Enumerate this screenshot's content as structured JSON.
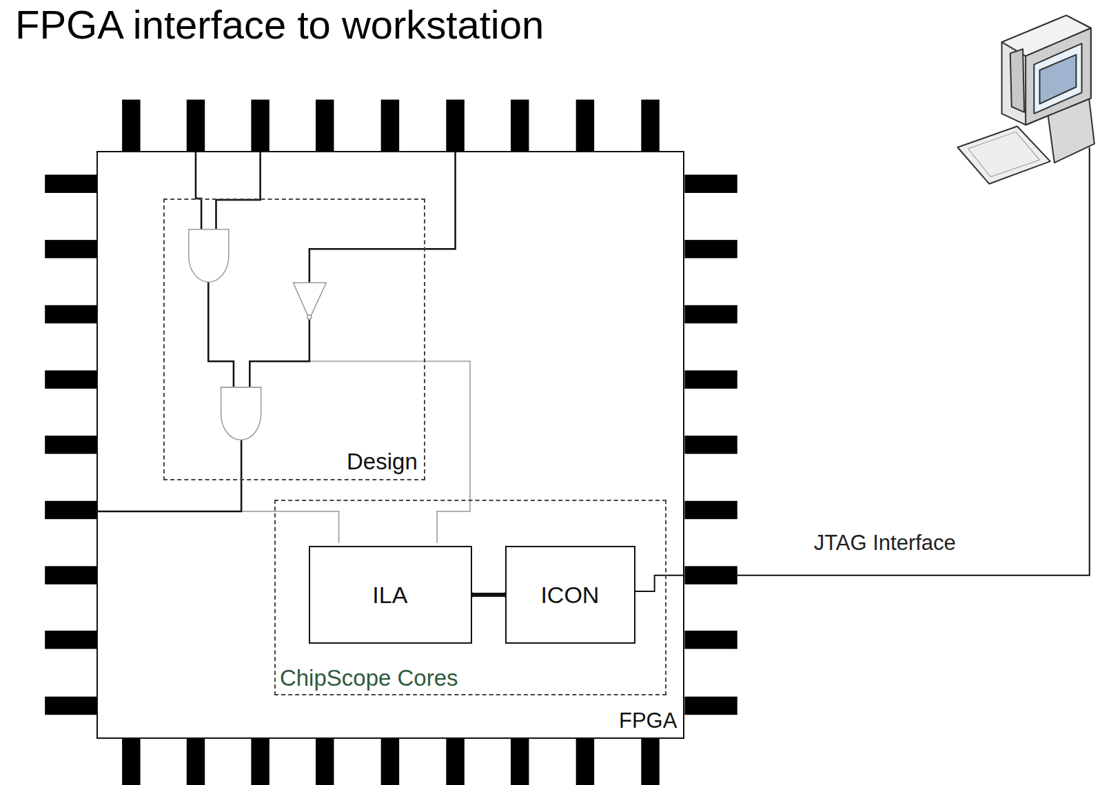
{
  "diagram": {
    "title": "FPGA interface to workstation",
    "nodes": [
      {
        "text": [
          "FPGA"
        ]
      },
      {
        "text": [
          "Design"
        ],
        "in": 0
      },
      {
        "text": [
          "ChipScope Cores"
        ],
        "in": 0
      },
      {
        "text": [
          "ILA"
        ],
        "in": 2
      },
      {
        "text": [
          "ICON"
        ],
        "in": 2
      }
    ],
    "edges": [
      {
        "from": 3,
        "to": 4,
        "arrow": "none"
      }
    ],
    "labels": [
      "JTAG Interface"
    ]
  }
}
